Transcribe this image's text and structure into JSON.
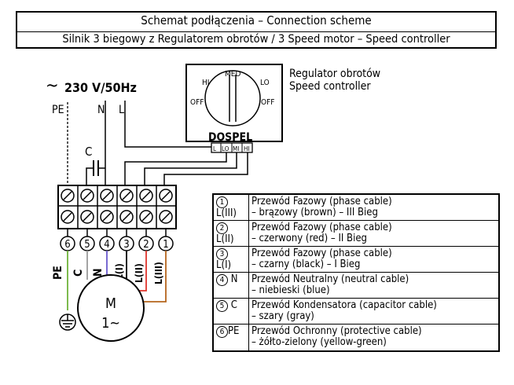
{
  "title": {
    "line1": "Schemat podłączenia – Connection scheme",
    "line2": "Silnik 3 biegowy z Regulatorem obrotów / 3 Speed motor – Speed controller"
  },
  "supply": {
    "symbol": "~",
    "voltage": "230 V/50Hz",
    "pe": "PE",
    "n": "N",
    "l": "L"
  },
  "capacitor_label": "C",
  "controller": {
    "label_pl": "Regulator obrotów",
    "label_en": "Speed controller",
    "brand": "DOSPEL",
    "positions": [
      "OFF",
      "HI",
      "MED",
      "LO",
      "OFF"
    ],
    "terminals": [
      "L",
      "LO",
      "MI",
      "HI"
    ]
  },
  "terminal_numbers": [
    "6",
    "5",
    "4",
    "3",
    "2",
    "1"
  ],
  "wire_labels": [
    "PE",
    "C",
    "N",
    "L(I)",
    "L(II)",
    "L(III)"
  ],
  "motor": {
    "label": "M",
    "phase": "1~"
  },
  "legend": [
    {
      "num": "1",
      "sub": "L(III)",
      "line1": "Przewód Fazowy (phase cable)",
      "line2": "– brązowy (brown) – III Bieg"
    },
    {
      "num": "2",
      "sub": "L(II)",
      "line1": "Przewód Fazowy (phase cable)",
      "line2": "– czerwony (red) – II Bieg"
    },
    {
      "num": "3",
      "sub": "L(I)",
      "line1": "Przewód Fazowy (phase cable)",
      "line2": "– czarny (black) – I Bieg"
    },
    {
      "num": "4",
      "sub": "N",
      "line1": "Przewód Neutralny (neutral cable)",
      "line2": "– niebieski (blue)"
    },
    {
      "num": "5",
      "sub": "C",
      "line1": "Przewód Kondensatora (capacitor cable)",
      "line2": "– szary (gray)"
    },
    {
      "num": "6",
      "sub": "PE",
      "line1": "Przewód Ochronny (protective cable)",
      "line2": "– żółto-zielony (yellow-green)"
    }
  ],
  "colors": {
    "brown": "#b5651d",
    "red": "#e0342c",
    "black": "#000000",
    "blue": "#6a5acd",
    "gray": "#9a9a9a",
    "yellow_green": "#6fb33a"
  }
}
